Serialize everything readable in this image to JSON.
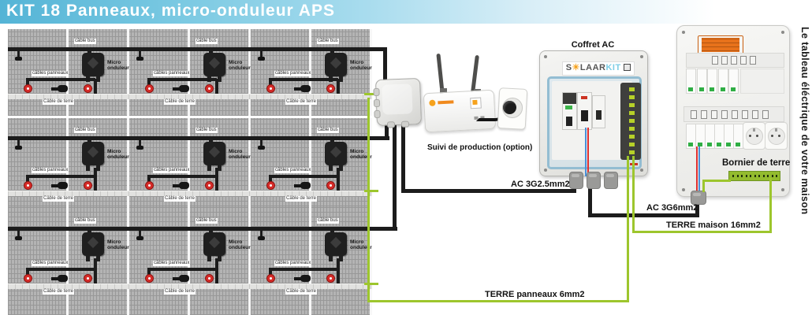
{
  "banner": {
    "title": "KIT 18 Panneaux, micro-onduleur APS"
  },
  "array_labels": {
    "cable_bus": "câble bus",
    "micro_onduleur": "Micro onduleur",
    "cables_panneaux": "câbles panneaux",
    "cable_terre": "Câble de terre"
  },
  "monitoring": {
    "caption": "Suivi de production (option)"
  },
  "coffret": {
    "caption": "Coffret AC",
    "logo": {
      "s": "S",
      "laar": "LAAR",
      "kit": "KIT"
    }
  },
  "house": {
    "side_caption": "Le tableau éléctrique de votre maison",
    "bornier": "Bornier de terre"
  },
  "cables": {
    "ac_25": "AC 3G2.5mm2",
    "ac_6": "AC 3G6mm2",
    "terre_maison": "TERRE maison 16mm2",
    "terre_panneaux": "TERRE panneaux 6mm2"
  },
  "colors": {
    "banner_blue": "#54b4d6",
    "earth_green": "#9dc62d",
    "cable_black": "#1c1c1c",
    "connector_red": "#d62b28",
    "logo_orange": "#f5a11c",
    "logo_blue": "#7ccde5",
    "sticker_orange": "#e8721b"
  }
}
